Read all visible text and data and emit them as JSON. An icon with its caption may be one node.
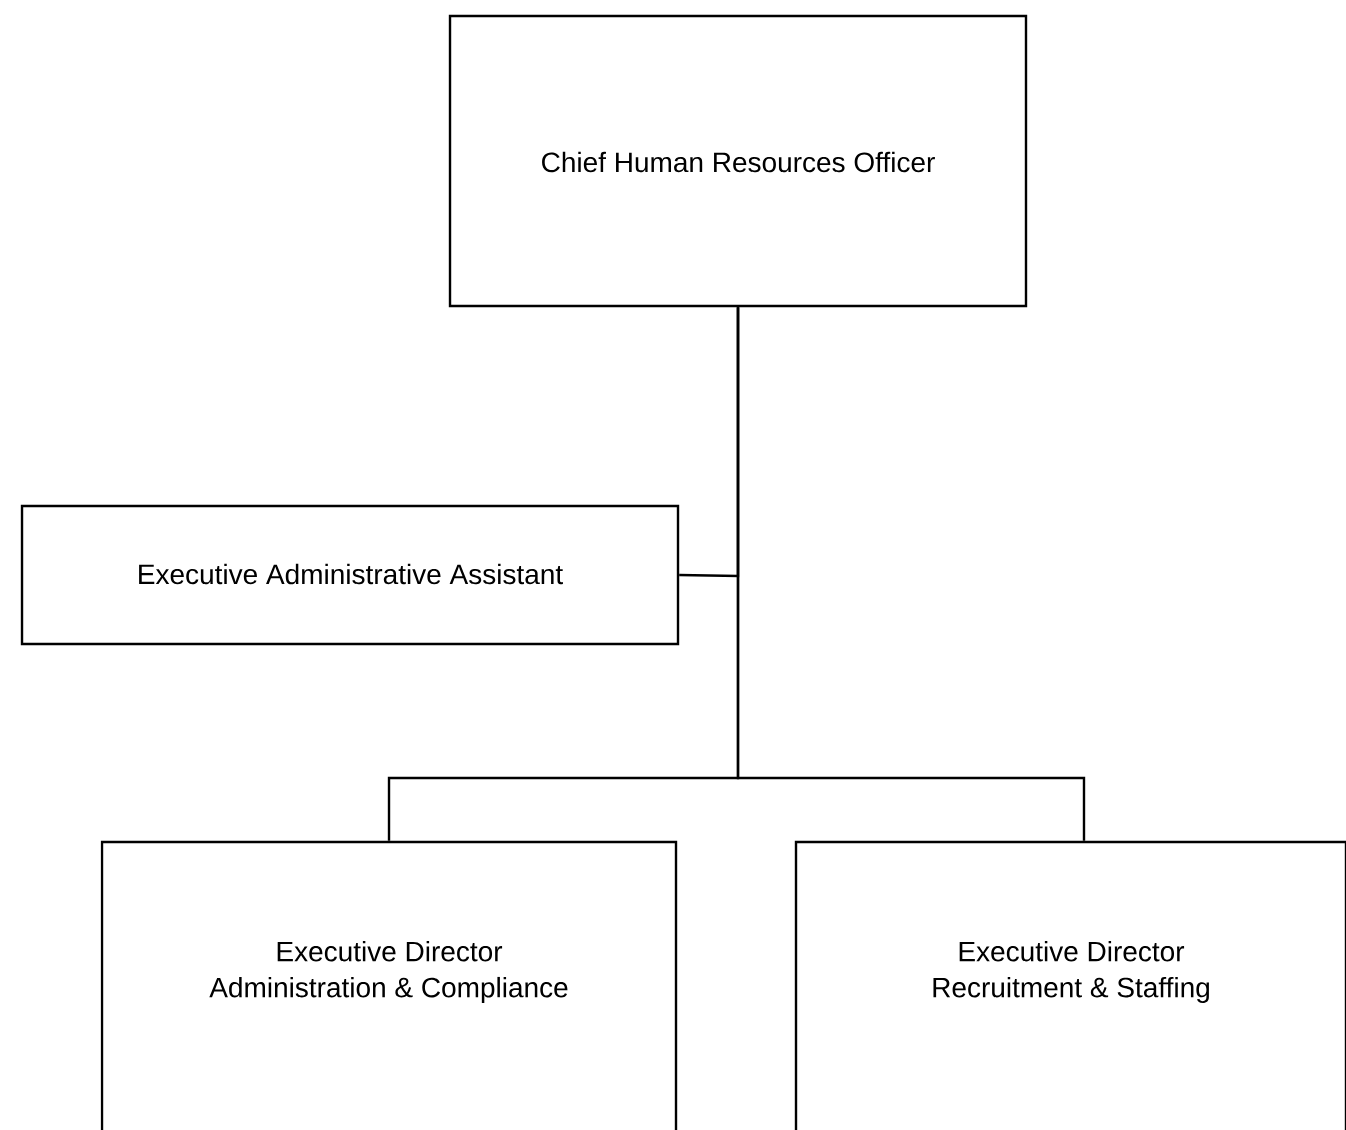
{
  "diagram": {
    "nodes": [
      {
        "text": [
          "Chief Human Resources Officer"
        ]
      },
      {
        "text": [
          "Executive Administrative Assistant"
        ]
      },
      {
        "text": [
          "Executive Director",
          "Administration & Compliance"
        ]
      },
      {
        "text": [
          "Executive Director",
          "Recruitment & Staffing"
        ]
      }
    ],
    "edges": [
      {
        "from": 0,
        "to": 1,
        "arrow": "none"
      },
      {
        "from": 0,
        "to": 2,
        "arrow": "none"
      },
      {
        "from": 0,
        "to": 3,
        "arrow": "none"
      }
    ]
  }
}
